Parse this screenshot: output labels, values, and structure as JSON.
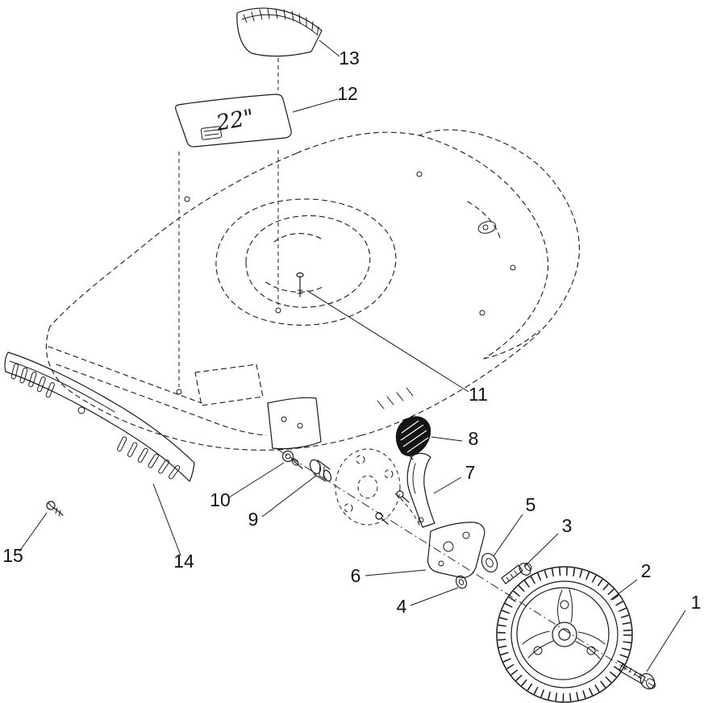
{
  "figure": {
    "kind": "exploded-parts-diagram"
  },
  "colors": {
    "line": "#1a1a1a",
    "background": "#ffffff",
    "grip_fill": "#141414"
  },
  "decal": {
    "size_text": "22\""
  },
  "callouts": [
    {
      "label": "1"
    },
    {
      "label": "2"
    },
    {
      "label": "3"
    },
    {
      "label": "4"
    },
    {
      "label": "5"
    },
    {
      "label": "6"
    },
    {
      "label": "7"
    },
    {
      "label": "8"
    },
    {
      "label": "9"
    },
    {
      "label": "10"
    },
    {
      "label": "11"
    },
    {
      "label": "12"
    },
    {
      "label": "13"
    },
    {
      "label": "14"
    },
    {
      "label": "15"
    }
  ]
}
